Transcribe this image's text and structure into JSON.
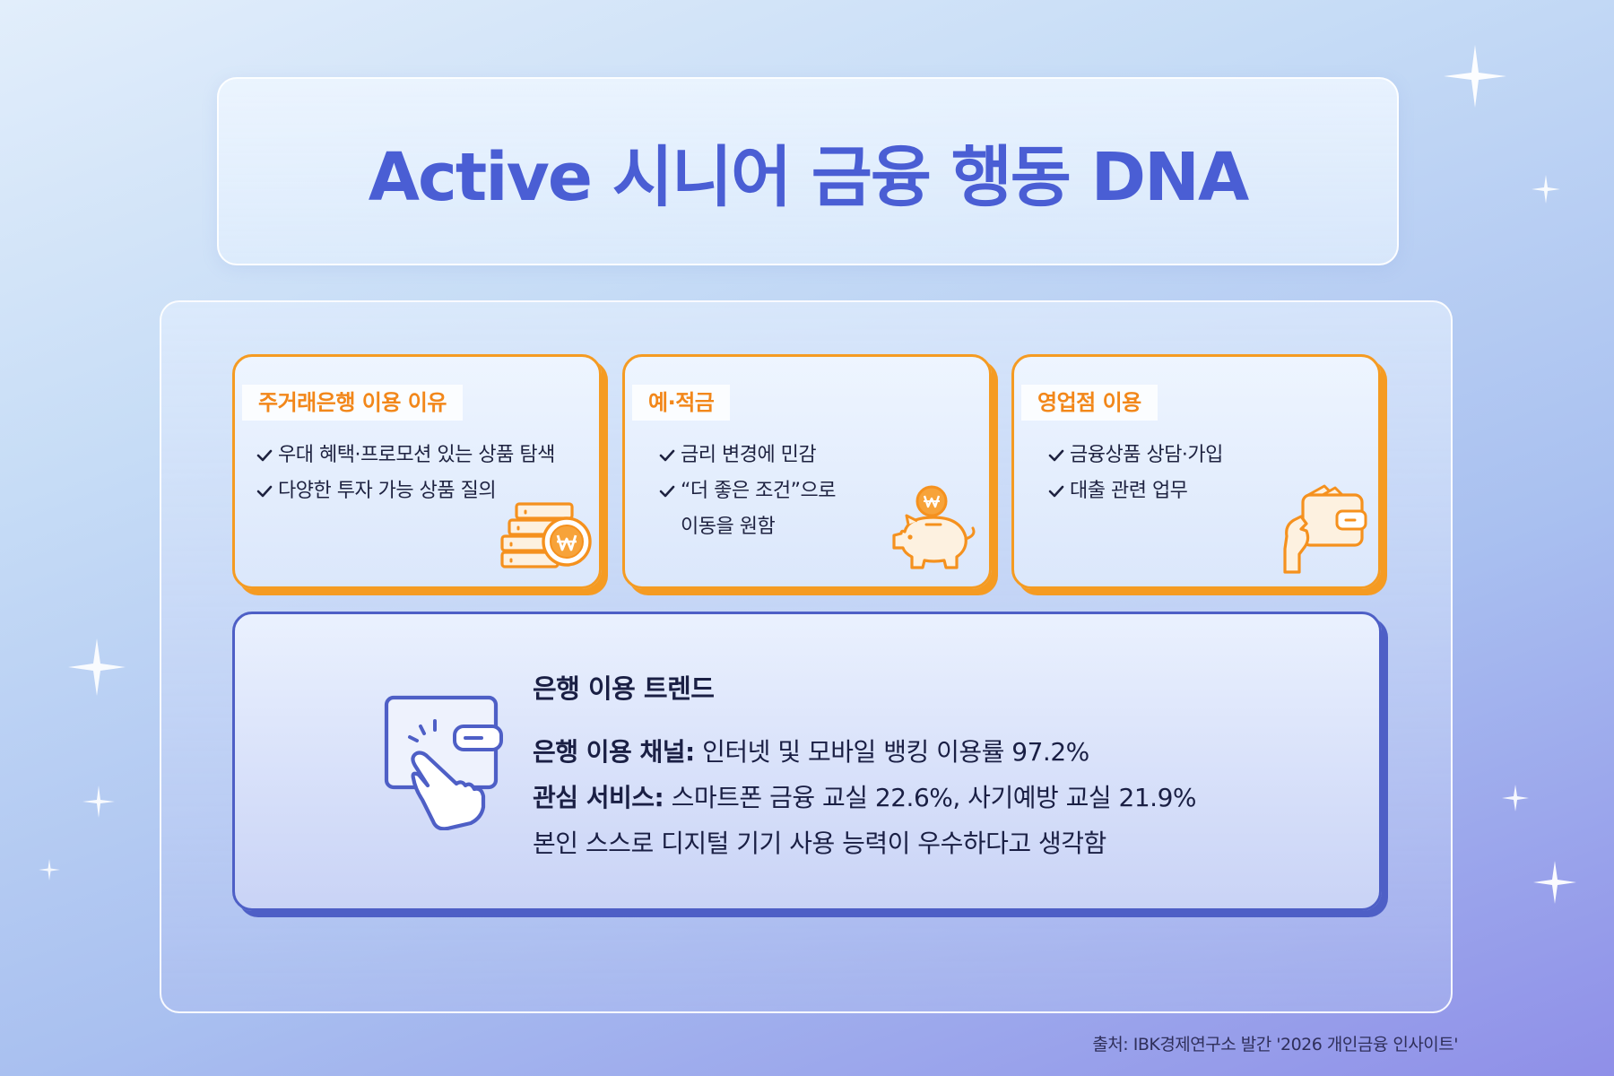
{
  "title": "Active 시니어 금융 행동 DNA",
  "cards": [
    {
      "label": "주거래은행 이용 이유",
      "items": [
        "우대 혜택·프로모션 있는 상품 탐색",
        "다양한 투자 가능 상품 질의"
      ],
      "icon": "coin-stack-icon"
    },
    {
      "label": "예·적금",
      "items": [
        "금리 변경에 민감",
        "“더 좋은 조건”으로"
      ],
      "continuation": "이동을 원함",
      "icon": "piggy-bank-icon"
    },
    {
      "label": "영업점 이용",
      "items": [
        "금융상품 상담·가입",
        "대출 관련 업무"
      ],
      "icon": "hand-wallet-icon"
    }
  ],
  "trend": {
    "title": "은행 이용 트렌드",
    "lines": [
      {
        "label": "은행 이용 채널:",
        "text": " 인터넷 및 모바일 뱅킹 이용률 97.2%"
      },
      {
        "label": "관심 서비스:",
        "text": " 스마트폰 금융 교실 22.6%, 사기예방 교실 21.9%"
      },
      {
        "label": "",
        "text": "본인 스스로 디지털 기기 사용 능력이 우수하다고 생각함"
      }
    ],
    "icon": "tap-card-icon"
  },
  "source": "출처: IBK경제연구소 발간 '2026 개인금융 인사이트'",
  "colors": {
    "title": "#4a5ed4",
    "card_accent": "#f59b22",
    "trend_accent": "#4e5fc6"
  }
}
